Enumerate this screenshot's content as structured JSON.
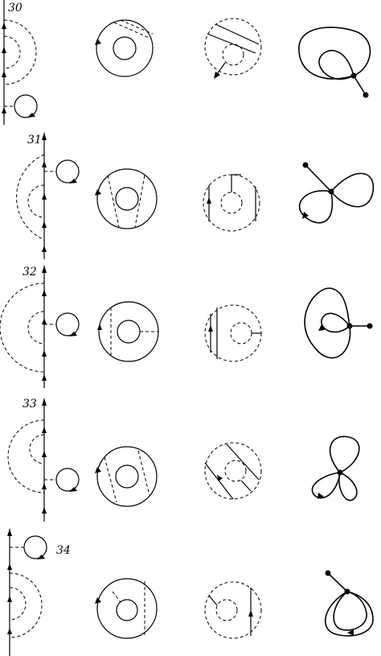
{
  "rows": [
    {
      "label": "30"
    },
    {
      "label": "31"
    },
    {
      "label": "32"
    },
    {
      "label": "33"
    },
    {
      "label": "34"
    }
  ]
}
